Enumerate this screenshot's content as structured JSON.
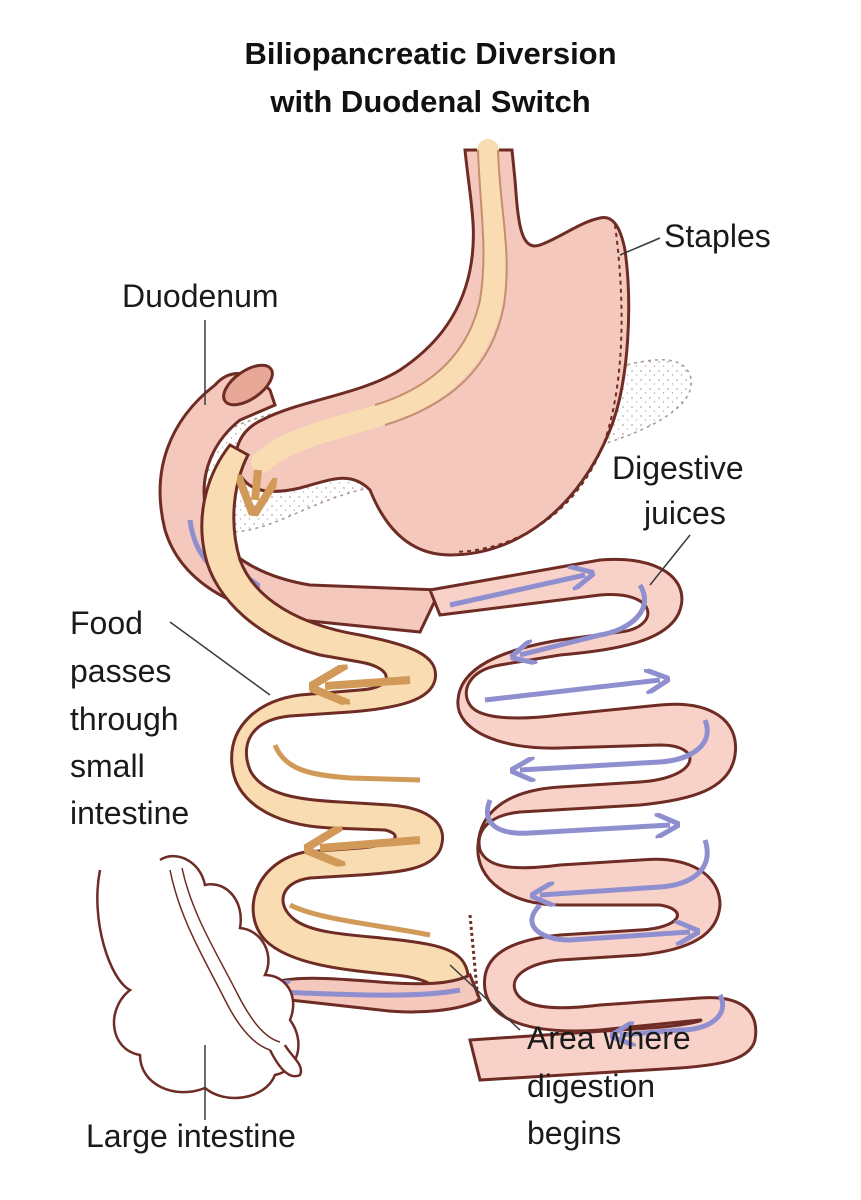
{
  "title": {
    "line1": "Biliopancreatic Diversion",
    "line2": "with Duodenal Switch"
  },
  "labels": {
    "staples": "Staples",
    "duodenum": "Duodenum",
    "digestive_juices": [
      "Digestive",
      "juices"
    ],
    "food_passes": [
      "Food",
      "passes",
      "through",
      "small",
      "intestine"
    ],
    "area_digestion": [
      "Area where",
      "digestion",
      "begins"
    ],
    "large_intestine": "Large intestine"
  },
  "colors": {
    "tissue": "#f4c8bc",
    "tissue_dark": "#e7a898",
    "outline": "#6e2c25",
    "food_path": "#f9dcb1",
    "juice_arrow": "#8f8fd0",
    "pancreas": "#f6efe8"
  }
}
